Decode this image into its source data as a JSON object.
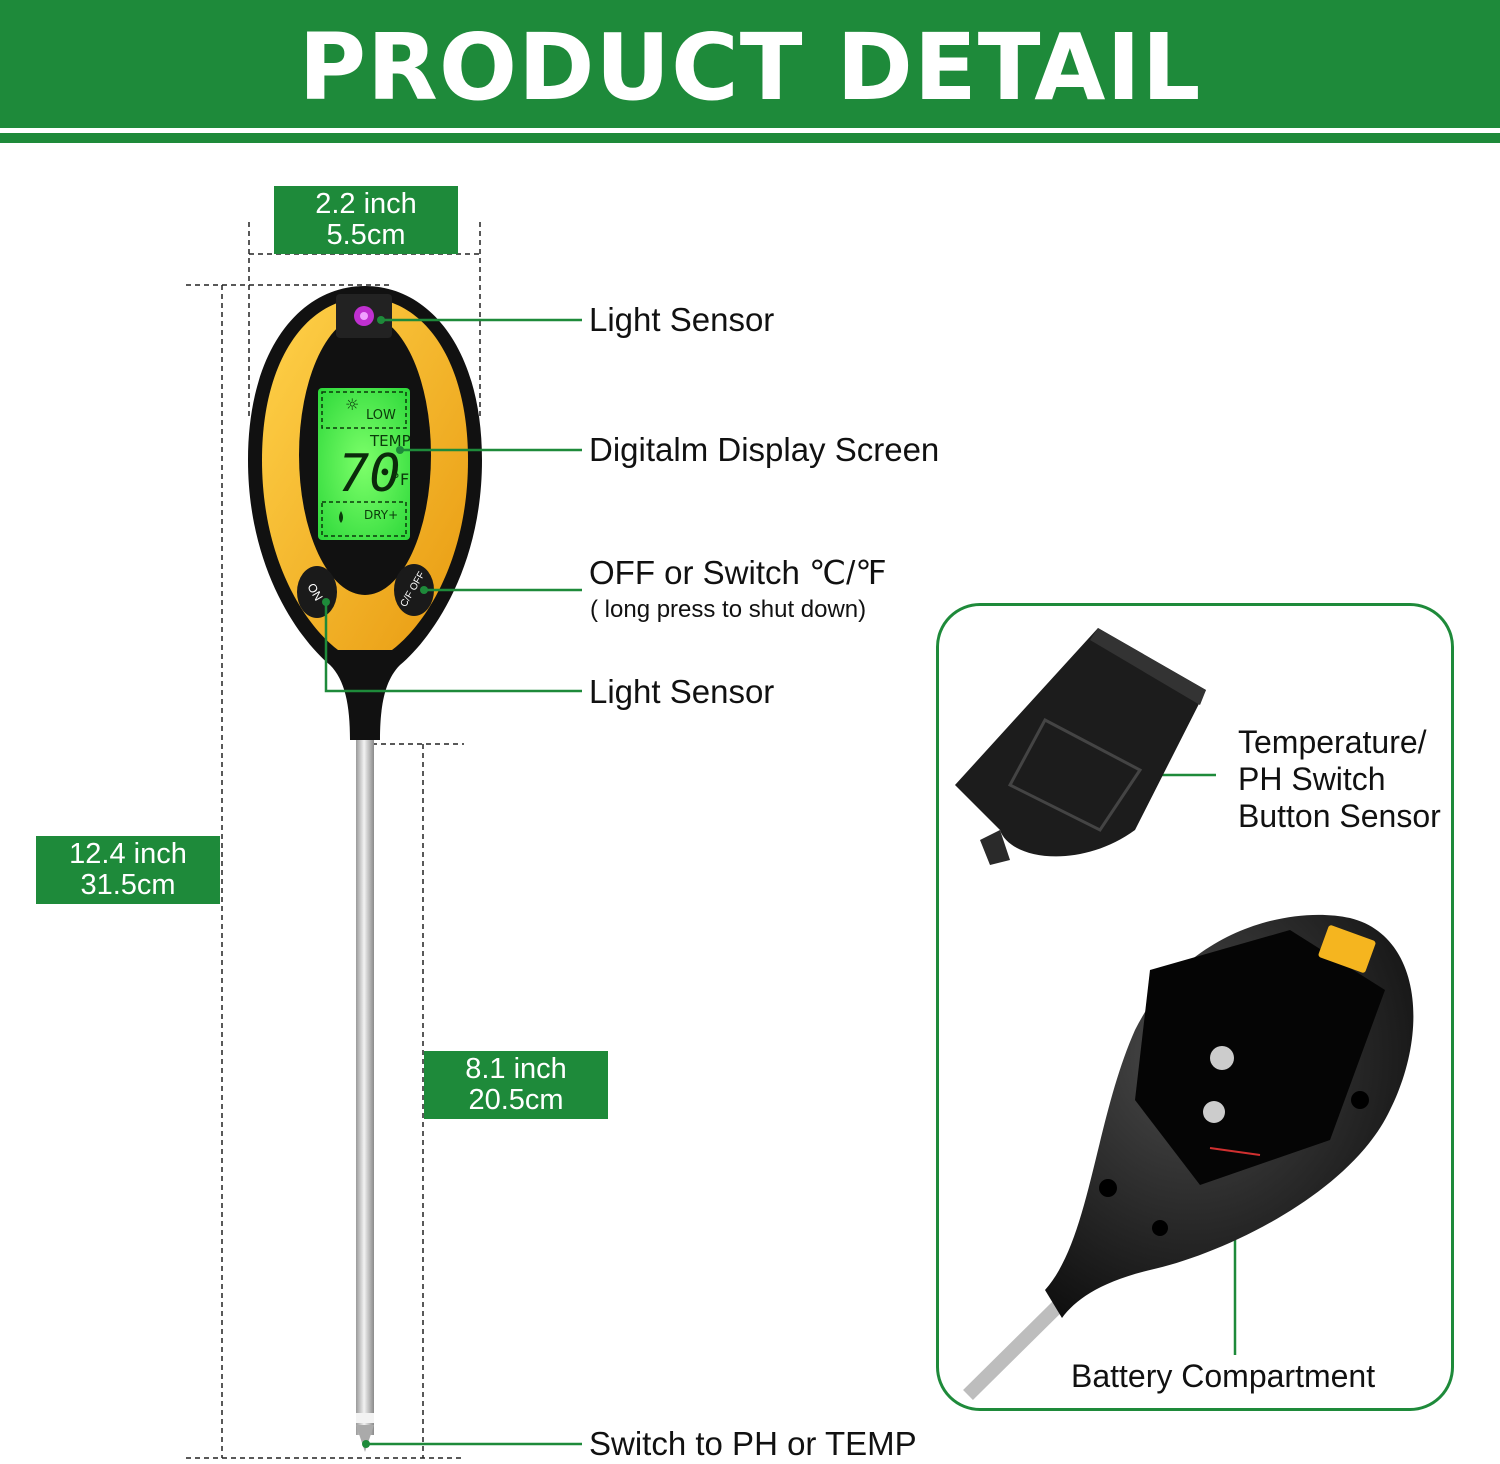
{
  "header": {
    "title": "PRODUCT DETAIL"
  },
  "dimensions": {
    "width": {
      "inch": "2.2 inch",
      "cm": "5.5cm"
    },
    "height": {
      "inch": "12.4 inch",
      "cm": "31.5cm"
    },
    "probe": {
      "inch": "8.1 inch",
      "cm": "20.5cm"
    }
  },
  "display": {
    "low": "LOW",
    "temp": "TEMP",
    "value": "70",
    "unit": "°F",
    "dry": "DRY+"
  },
  "buttons": {
    "on": "ON",
    "cf_off": "C/F OFF"
  },
  "callouts": {
    "light_sensor_top": "Light Sensor",
    "display_screen": "Digitalm Display Screen",
    "off_switch": "OFF or Switch ℃/℉",
    "off_switch_note": "( long press to shut down)",
    "light_sensor_bottom": "Light Sensor",
    "switch_ph_temp": "Switch to PH or TEMP"
  },
  "panel": {
    "switch_label_1": "Temperature/",
    "switch_label_2": "PH Switch",
    "switch_label_3": "Button Sensor",
    "battery_label": "Battery Compartment"
  },
  "colors": {
    "brand_green": "#1e8a3a",
    "meter_yellow": "#f5b51f",
    "lcd_green": "#3ef04a"
  }
}
